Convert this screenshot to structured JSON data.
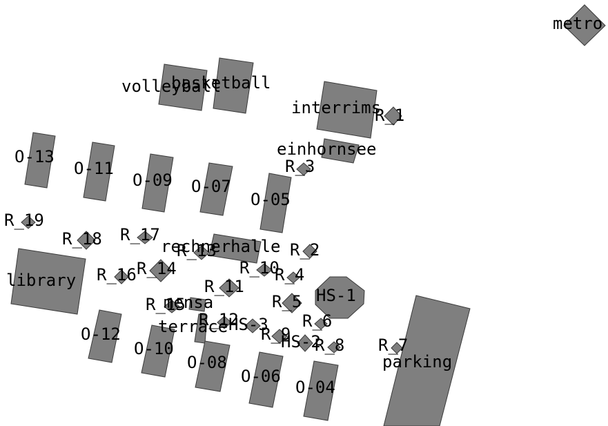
{
  "labels": {
    "metro": "metro",
    "volleyball": "volleyball",
    "basketball": "basketball",
    "interrims": "interrims",
    "einhornsee": "einhornsee",
    "rechnerhalle": "rechnerhalle",
    "library": "library",
    "mensa": "mensa",
    "terrace": "terrace",
    "hs1": "HS-1",
    "hs2": "HS-2",
    "hs3": "HS-3",
    "parking": "parking",
    "o04": "O-04",
    "o05": "O-05",
    "o06": "O-06",
    "o07": "O-07",
    "o08": "O-08",
    "o09": "O-09",
    "o10": "O-10",
    "o11": "O-11",
    "o12": "O-12",
    "o13": "O-13",
    "r1": "R_1",
    "r2": "R_2",
    "r3": "R_3",
    "r4": "R_4",
    "r5": "R_5",
    "r6": "R_6",
    "r7": "R_7",
    "r8": "R_8",
    "r9": "R_9",
    "r10": "R_10",
    "r11": "R_11",
    "r12": "R_12",
    "r13": "R_13",
    "r14": "R_14",
    "r15": "R_15",
    "r16": "R_16",
    "r17": "R_17",
    "r18": "R_18",
    "r19": "R_19"
  },
  "colors": {
    "building_fill": "#7f7f7f",
    "building_stroke": "#3a3a3a",
    "label_text": "#000000",
    "background": "#ffffff"
  }
}
